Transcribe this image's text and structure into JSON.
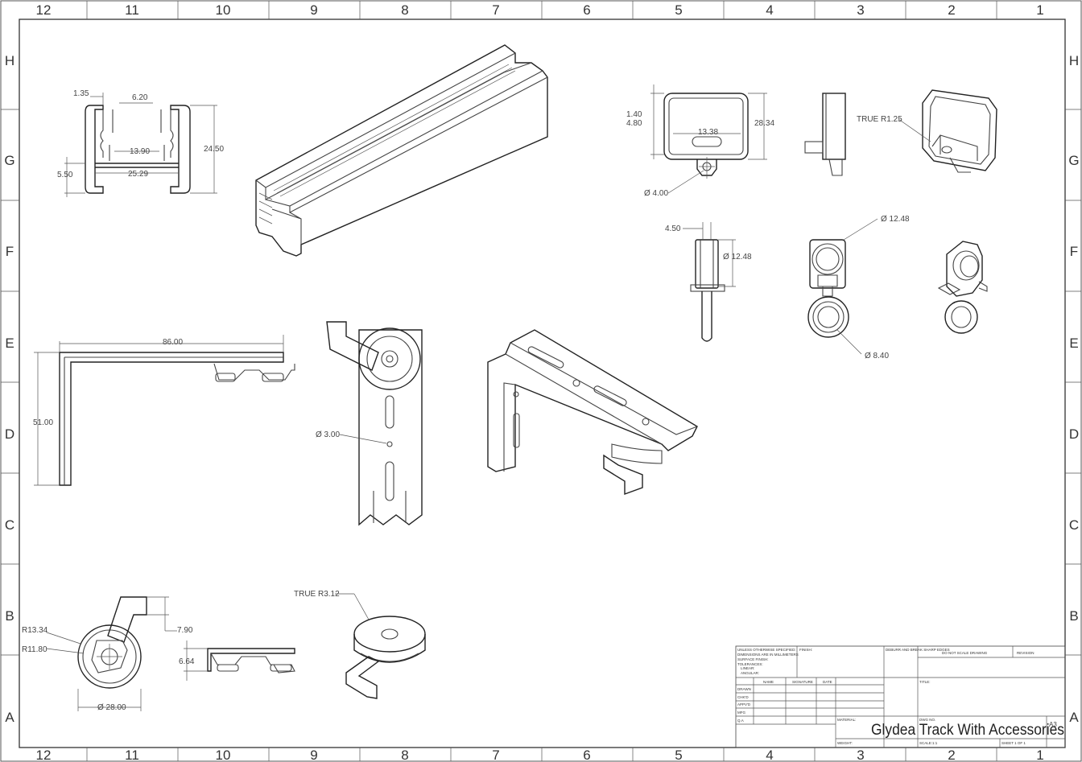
{
  "sheet": {
    "zones_top": [
      "12",
      "11",
      "10",
      "9",
      "8",
      "7",
      "6",
      "5",
      "4",
      "3",
      "2",
      "1"
    ],
    "zones_bottom": [
      "12",
      "11",
      "10",
      "9",
      "8",
      "7",
      "6",
      "5",
      "4",
      "3",
      "2",
      "1"
    ],
    "rows": [
      "H",
      "G",
      "F",
      "E",
      "D",
      "C",
      "B",
      "A"
    ]
  },
  "dims": {
    "profile": [
      "1.35",
      "6.20",
      "13.90",
      "24.50",
      "5.50",
      "25.29"
    ],
    "end_cap": [
      "1.40",
      "4.80",
      "13.38",
      "28.34",
      "Ø 4.00",
      "TRUE R1.25"
    ],
    "glider": [
      "4.50",
      "Ø 12.48",
      "Ø 12.48",
      "Ø 8.40"
    ],
    "bracket": [
      "86.00",
      "51.00"
    ],
    "clip": [
      "Ø 3.00"
    ],
    "small_parts": [
      "R13.34",
      "R11.80",
      "7.90",
      "6.64",
      "Ø 28.00",
      "TRUE R3.12"
    ]
  },
  "title_block": {
    "unless": "UNLESS OTHERWISE SPECIFIED:",
    "dims_in": "DIMENSIONS ARE IN MILLIMETERS",
    "surface": "SURFACE FINISH:",
    "tolerances": "TOLERANCES:",
    "linear": "LINEAR:",
    "angular": "ANGULAR:",
    "finish": "FINISH:",
    "deburr": "DEBURR AND BREAK SHARP EDGES",
    "do_not_scale": "DO NOT SCALE DRAWING",
    "revision": "REVISION",
    "col_name": "NAME",
    "col_signature": "SIGNATURE",
    "col_date": "DATE",
    "row_drawn": "DRAWN",
    "row_chkd": "CHK'D",
    "row_appvd": "APPV'D",
    "row_mfg": "MFG",
    "row_qa": "Q.A",
    "title_label": "TITLE:",
    "material": "MATERIAL:",
    "weight": "WEIGHT:",
    "dwg_no": "DWG NO.",
    "scale": "SCALE:1:1",
    "sheet": "SHEET 1 OF 1",
    "size": "A3",
    "title": "Glydea Track With Accessories"
  }
}
